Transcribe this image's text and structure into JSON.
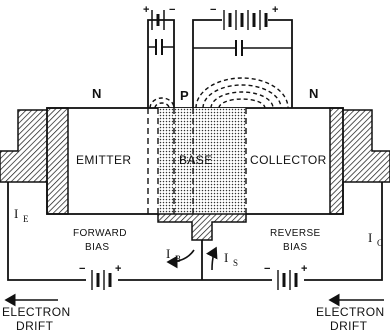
{
  "regions": {
    "n_left": "N",
    "p_mid": "P",
    "n_right": "N",
    "emitter": "EMITTER",
    "base": "BASE",
    "collector": "COLLECTOR"
  },
  "bias": {
    "forward_line1": "FORWARD",
    "forward_line2": "BIAS",
    "reverse_line1": "REVERSE",
    "reverse_line2": "BIAS"
  },
  "currents": {
    "ie_main": "I",
    "ie_sub": "E",
    "ib_main": "I",
    "ib_sub": "B",
    "is_main": "I",
    "is_sub": "S",
    "ic_main": "I",
    "ic_sub": "C"
  },
  "drift": {
    "left_line1": "ELECTRON",
    "left_line2": "DRIFT",
    "right_line1": "ELECTRON",
    "right_line2": "DRIFT"
  },
  "polarity": {
    "plus": "+",
    "minus": "−"
  }
}
